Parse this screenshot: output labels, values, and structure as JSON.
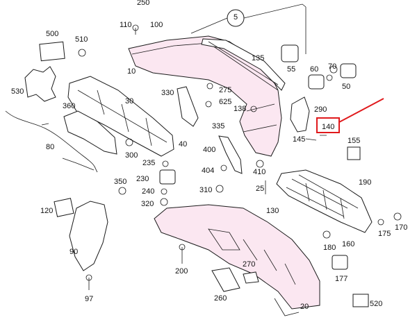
{
  "diagram": {
    "group_callout": "5",
    "highlight_color": "#e0191c",
    "highlighted_part": "140",
    "labels": [
      "250",
      "110",
      "100",
      "500",
      "510",
      "135",
      "55",
      "60",
      "70",
      "50",
      "10",
      "530",
      "275",
      "625",
      "330",
      "138",
      "290",
      "140",
      "30",
      "360",
      "335",
      "145",
      "155",
      "40",
      "80",
      "300",
      "400",
      "235",
      "404",
      "410",
      "230",
      "350",
      "240",
      "190",
      "25",
      "320",
      "310",
      "120",
      "130",
      "175",
      "170",
      "180",
      "160",
      "90",
      "200",
      "270",
      "177",
      "260",
      "97",
      "520",
      "20"
    ]
  }
}
